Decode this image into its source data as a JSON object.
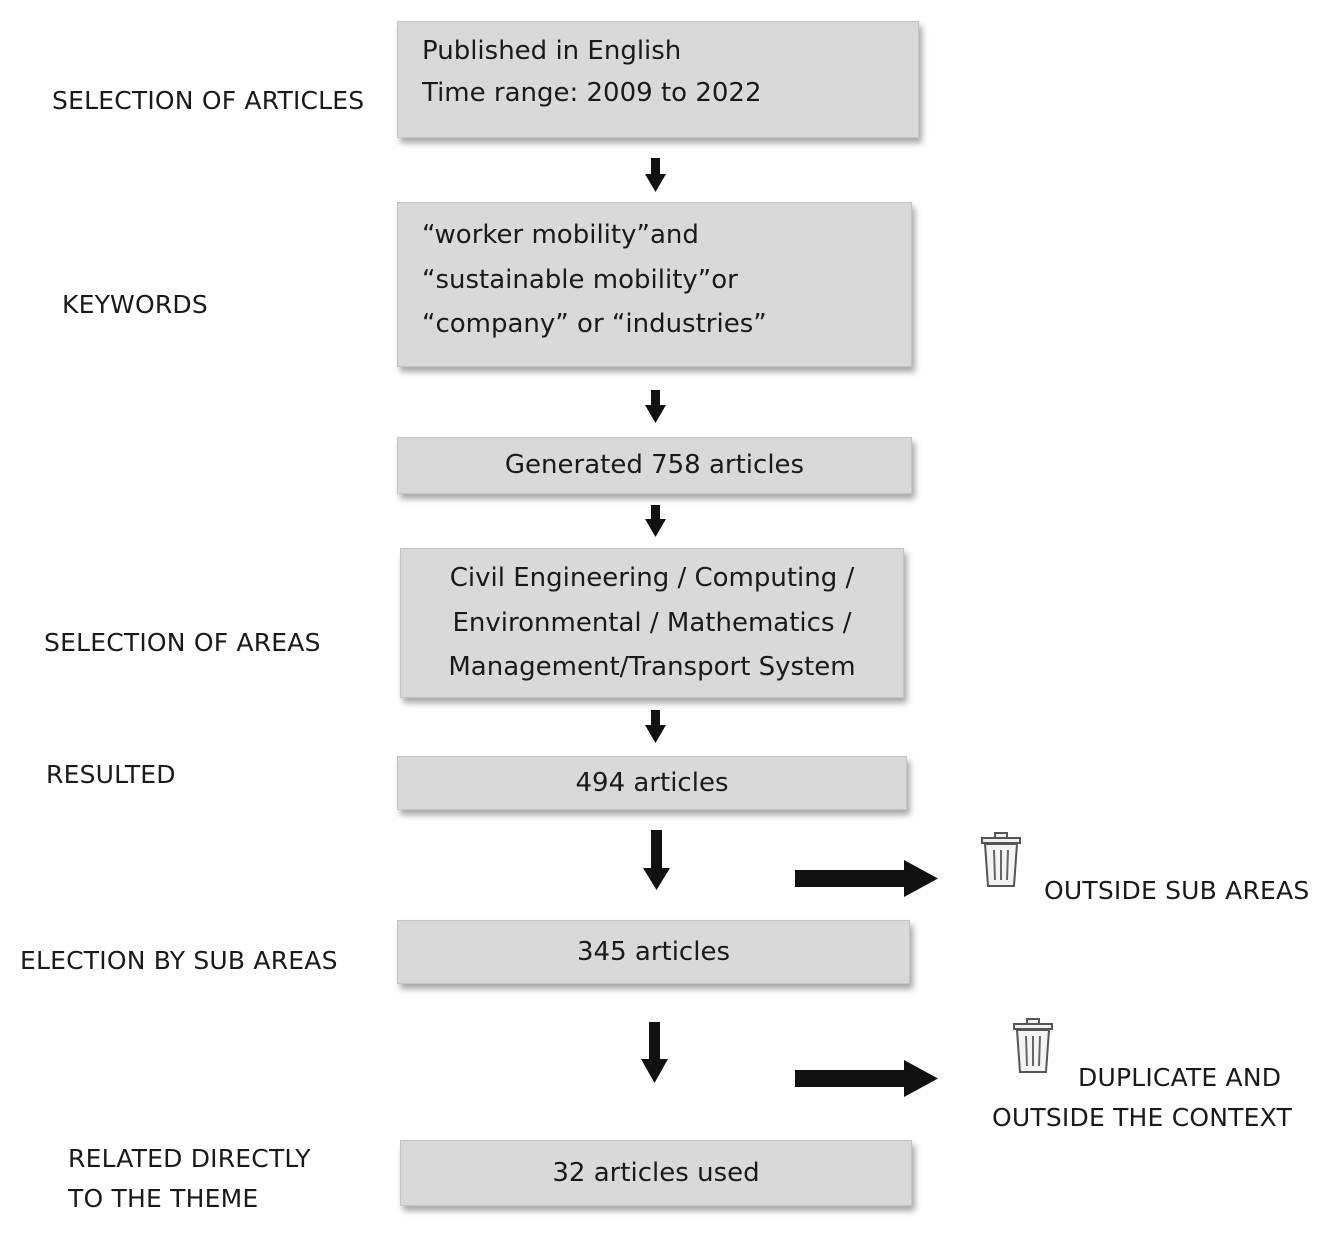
{
  "labels": {
    "selection_of_articles": "SELECTION OF ARTICLES",
    "keywords": "KEYWORDS",
    "selection_of_areas": "SELECTION OF AREAS",
    "resulted": "RESULTED",
    "selection_by_sub_areas": "ELECTION BY SUB AREAS",
    "related_line1": "RELATED DIRECTLY",
    "related_line2": "TO THE THEME"
  },
  "boxes": {
    "criteria": [
      "Published in English",
      "Time range: 2009 to 2022"
    ],
    "keywords": [
      "“worker mobility”and",
      "“sustainable  mobility”or",
      "“company” or “industries”"
    ],
    "generated": "Generated 758 articles",
    "areas": [
      "Civil Engineering / Computing /",
      "Environmental / Mathematics  /",
      "Management/Transport System"
    ],
    "resulted": "494 articles",
    "sub_areas": "345 articles",
    "used": "32 articles used"
  },
  "excluded": {
    "outside_sub_areas": "OUTSIDE SUB AREAS",
    "duplicate_line1": "DUPLICATE AND",
    "duplicate_line2": "OUTSIDE THE CONTEXT"
  },
  "icons": [
    "trash-icon",
    "down-arrow-icon",
    "right-arrow-icon"
  ]
}
